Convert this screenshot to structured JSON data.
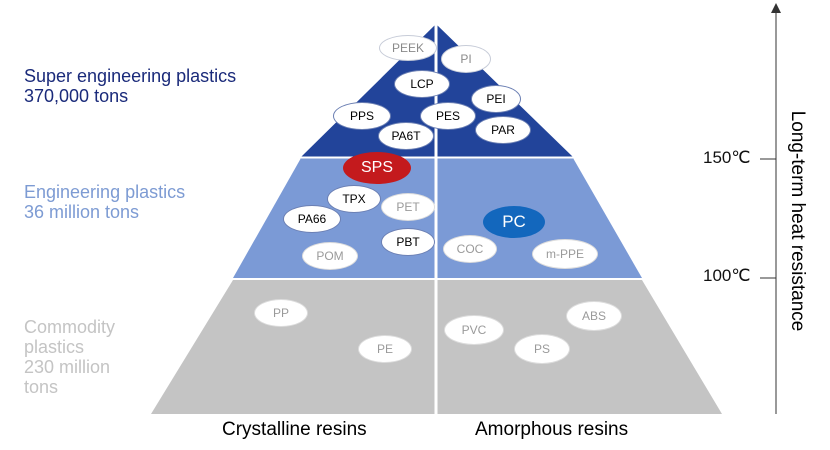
{
  "tiers": {
    "super": {
      "name": "Super engineering plastics",
      "volume": "370,000 tons"
    },
    "engineering": {
      "name": "Engineering plastics",
      "volume": "36 million tons"
    },
    "commodity": {
      "line1": "Commodity",
      "line2": "plastics",
      "line3": "230 million",
      "line4": "tons"
    }
  },
  "columns": {
    "left": "Crystalline resins",
    "right": "Amorphous resins"
  },
  "axis": {
    "title": "Long-term heat resistance",
    "tick_high": "150℃",
    "tick_low": "100℃"
  },
  "materials": {
    "peek": "PEEK",
    "pi": "PI",
    "lcp": "LCP",
    "pei": "PEI",
    "pps": "PPS",
    "pes": "PES",
    "pa6t": "PA6T",
    "par": "PAR",
    "sps": "SPS",
    "tpx": "TPX",
    "pet": "PET",
    "pa66": "PA66",
    "pc": "PC",
    "pbt": "PBT",
    "coc": "COC",
    "pom": "POM",
    "mppe": "m-PPE",
    "pp": "PP",
    "pe": "PE",
    "pvc": "PVC",
    "abs": "ABS",
    "ps": "PS"
  },
  "colors": {
    "super_fill": "#22449a",
    "engineering_fill": "#7b9ad6",
    "commodity_fill": "#c4c4c4",
    "sps_highlight": "#c41a1d",
    "pc_highlight": "#1367bd"
  }
}
